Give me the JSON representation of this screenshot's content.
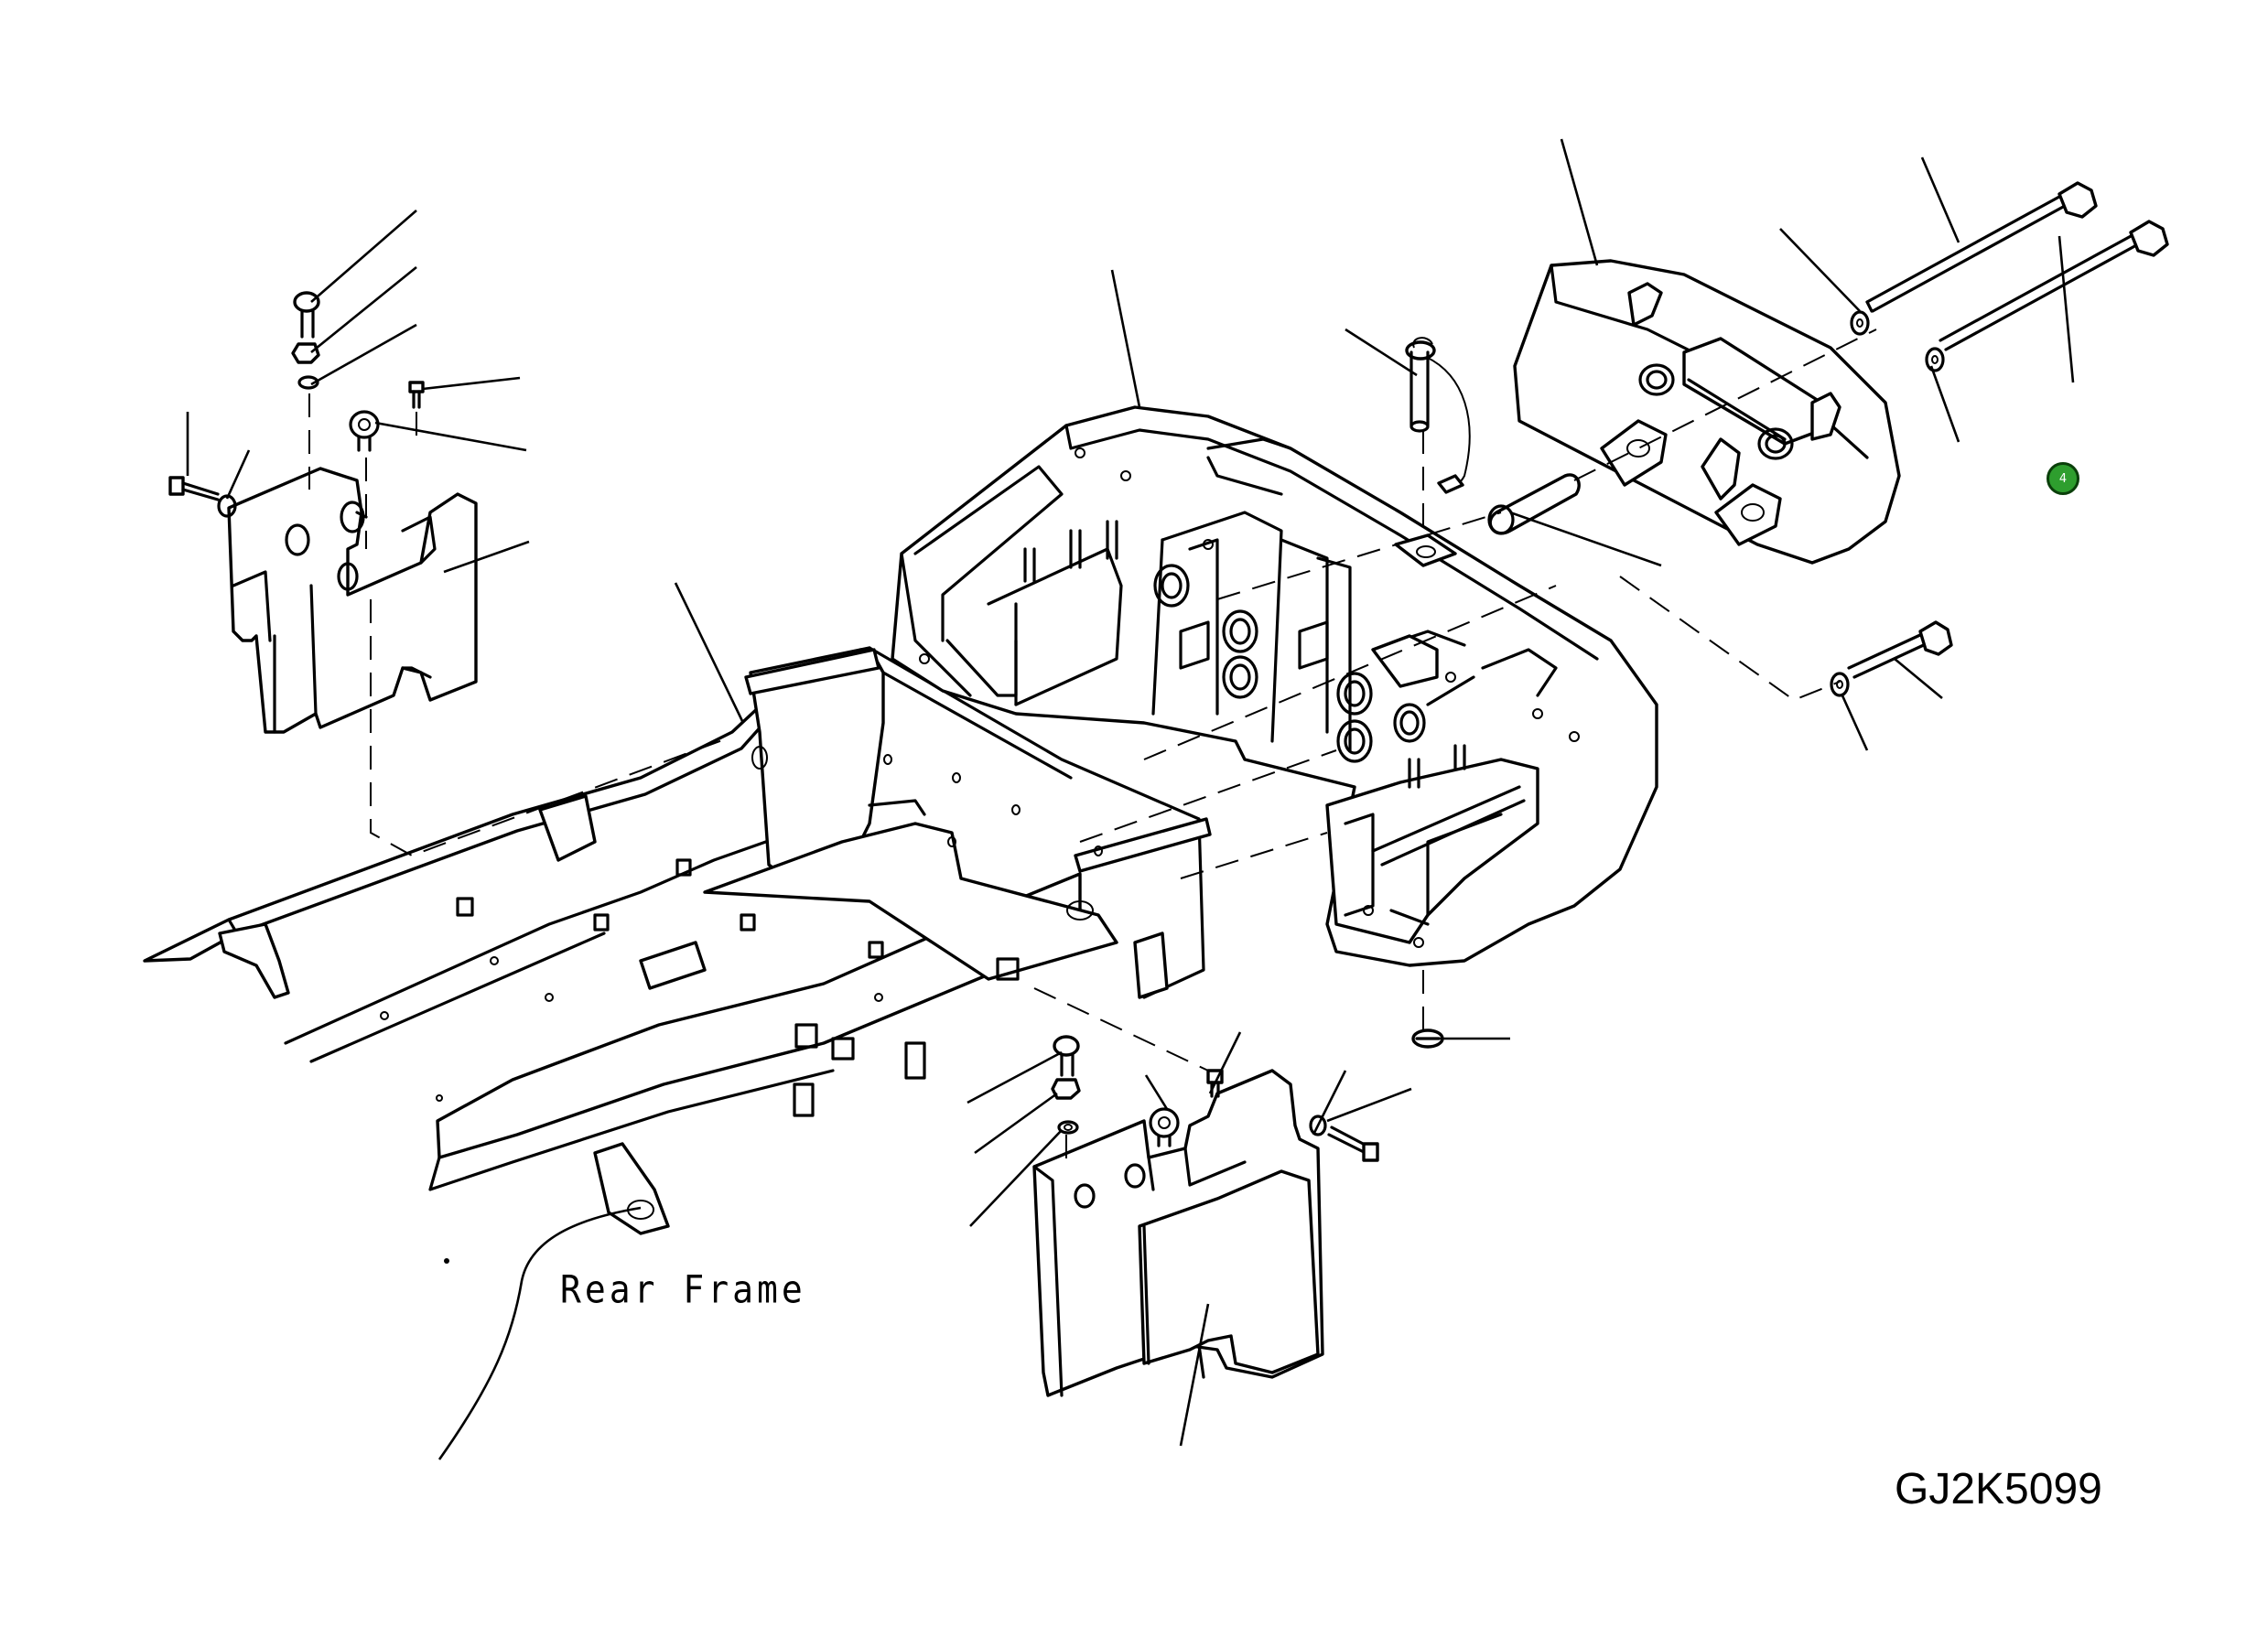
{
  "labels": {
    "rear_frame": "Rear Frame",
    "drawing_code": "GJ2K5099"
  },
  "callouts": [
    {
      "id": "callout-4",
      "number": "4"
    }
  ],
  "colors": {
    "line": "#000000",
    "background": "#ffffff",
    "callout_fill": "#2e9e2e",
    "callout_border": "#0a3f0a"
  }
}
